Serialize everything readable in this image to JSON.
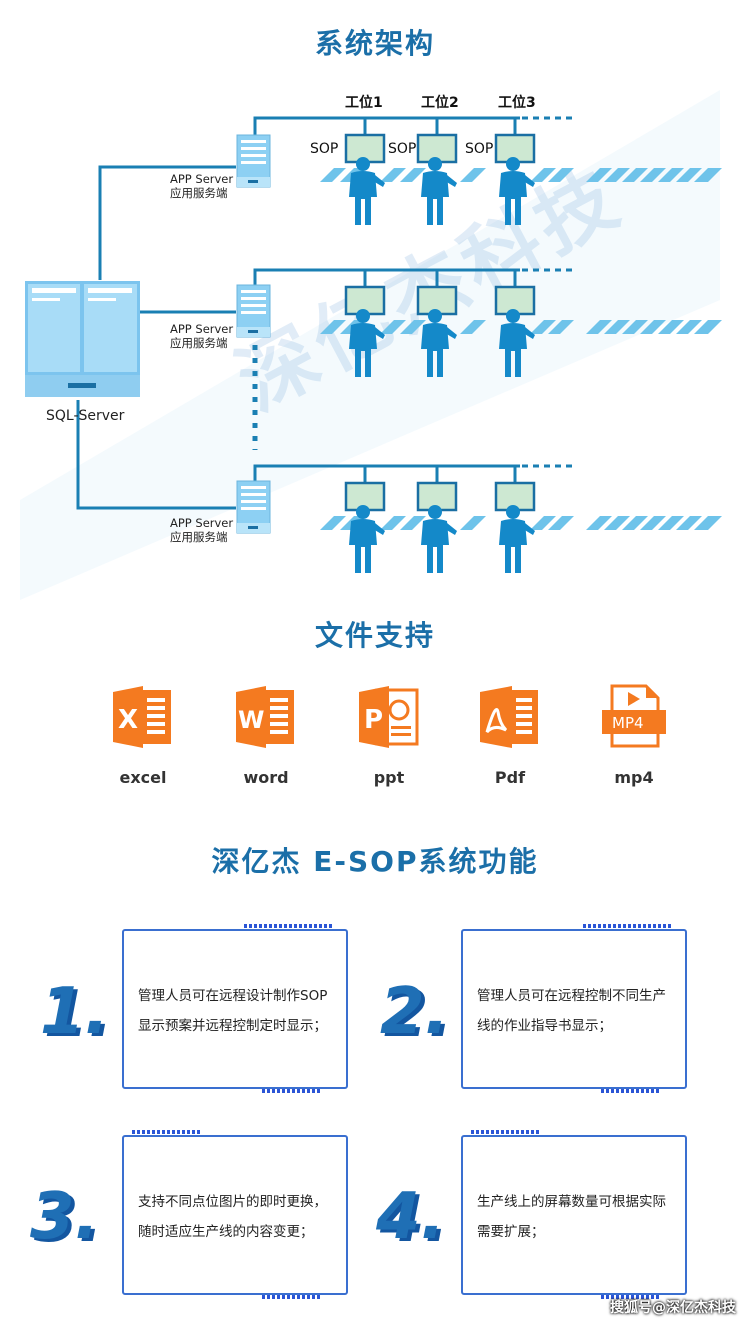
{
  "titles": {
    "architecture": "系统架构",
    "file_support": "文件支持",
    "functions": "深亿杰 E-SOP系统功能"
  },
  "architecture": {
    "stations": [
      "工位1",
      "工位2",
      "工位3"
    ],
    "sop_label": "SOP",
    "app_server": [
      "APP Server",
      "应用服务端"
    ],
    "db_server": "SQL-Server",
    "watermark": "深亿杰科技"
  },
  "files": [
    {
      "label": "excel",
      "icon": "excel-icon",
      "letter": "X"
    },
    {
      "label": "word",
      "icon": "word-icon",
      "letter": "W"
    },
    {
      "label": "ppt",
      "icon": "ppt-icon",
      "letter": "P"
    },
    {
      "label": "Pdf",
      "icon": "pdf-icon",
      "letter": ""
    },
    {
      "label": "mp4",
      "icon": "mp4-icon",
      "letter": "MP4"
    }
  ],
  "features": [
    {
      "num": "1.",
      "text": "管理人员可在远程设计制作SOP显示预案并远程控制定时显示；"
    },
    {
      "num": "2.",
      "text": "管理人员可在远程控制不同生产线的作业指导书显示；"
    },
    {
      "num": "3.",
      "text": "支持不同点位图片的即时更换，随时适应生产线的内容变更；"
    },
    {
      "num": "4.",
      "text": "生产线上的屏幕数量可根据实际需要扩展；"
    }
  ],
  "colors": {
    "accent": "#1b6fa8",
    "line": "#1a7fb3",
    "person": "#1489c9",
    "orange": "#f47a20"
  },
  "footer": "搜狐号@深亿杰科技"
}
